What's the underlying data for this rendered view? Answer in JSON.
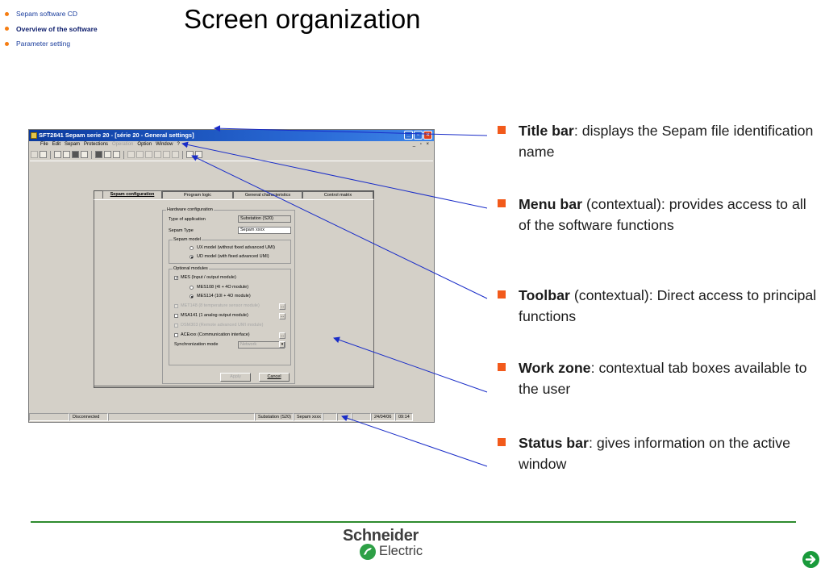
{
  "nav": {
    "items": [
      {
        "label": "Sepam software CD",
        "active": false
      },
      {
        "label": "Overview of the software",
        "active": true
      },
      {
        "label": "Parameter setting",
        "active": false
      }
    ]
  },
  "page_title": "Screen organization",
  "screenshot": {
    "window_title": "SFT2841 Sepam serie 20 - [série 20 - General settings]",
    "menu": [
      "File",
      "Edit",
      "Sepam",
      "Protections",
      "Operation",
      "Option",
      "Window",
      "?"
    ],
    "menu_disabled": [
      "Operation"
    ],
    "mdi_controls": "_ ▫ ×",
    "tabs": [
      "Sepam configuration",
      "Program logic",
      "General characteristics",
      "Control matrix"
    ],
    "hardware": {
      "group_label": "Hardware configuration",
      "type_label": "Type of application",
      "type_value": "Substation (S20)",
      "sepam_type_label": "Sepam Type",
      "sepam_type_value": "Sepam xxxx",
      "model_group": "Sepam model",
      "model_options": [
        {
          "label": "UX model (without fixed advanced UMI)",
          "selected": false
        },
        {
          "label": "UD model (with fixed advanced UMI)",
          "selected": true
        }
      ]
    },
    "optional": {
      "group_label": "Optional modules",
      "mes_label": "MES (Input / output module)",
      "mes_checked": true,
      "mes_options": [
        {
          "label": "MES108 (4I + 4O module)",
          "selected": false
        },
        {
          "label": "MES114 (10I + 4O module)",
          "selected": true
        }
      ],
      "met_label": "MET148 (8 temperature sensor module)",
      "msa_label": "MSA141 (1 analog output module)",
      "dsm_label": "DSM303 (Remote advanced UMI module)",
      "ace_label": "ACExxx (Communication interface)",
      "sync_label": "Synchronization mode",
      "sync_value": "Network"
    },
    "apply_label": "Apply",
    "cancel_label": "Cancel",
    "status": {
      "connection": "Disconnected",
      "application": "Substation (S20)",
      "sepam": "Sepam xxxx",
      "date": "24/04/06",
      "time": "09:14"
    }
  },
  "annotations": [
    {
      "bold": "Title bar",
      "text": ": displays the Sepam file identification name"
    },
    {
      "bold": "Menu bar",
      "text": " (contextual): provides access to all of the software functions"
    },
    {
      "bold": "Toolbar",
      "text": " (contextual): Direct access to principal functions"
    },
    {
      "bold": "Work zone",
      "text": ": contextual tab boxes available to the user"
    },
    {
      "bold": "Status bar",
      "text": ": gives information on the active window"
    }
  ],
  "logo": {
    "line1": "Schneider",
    "line2": "Electric"
  },
  "colors": {
    "accent": "#f25a1b",
    "brand_green": "#2e8b2e",
    "arrow": "#1a2dc8",
    "nav_link": "#1c3f9e"
  },
  "icons": [
    "bullet-dot",
    "arrow-right-circle-icon"
  ]
}
